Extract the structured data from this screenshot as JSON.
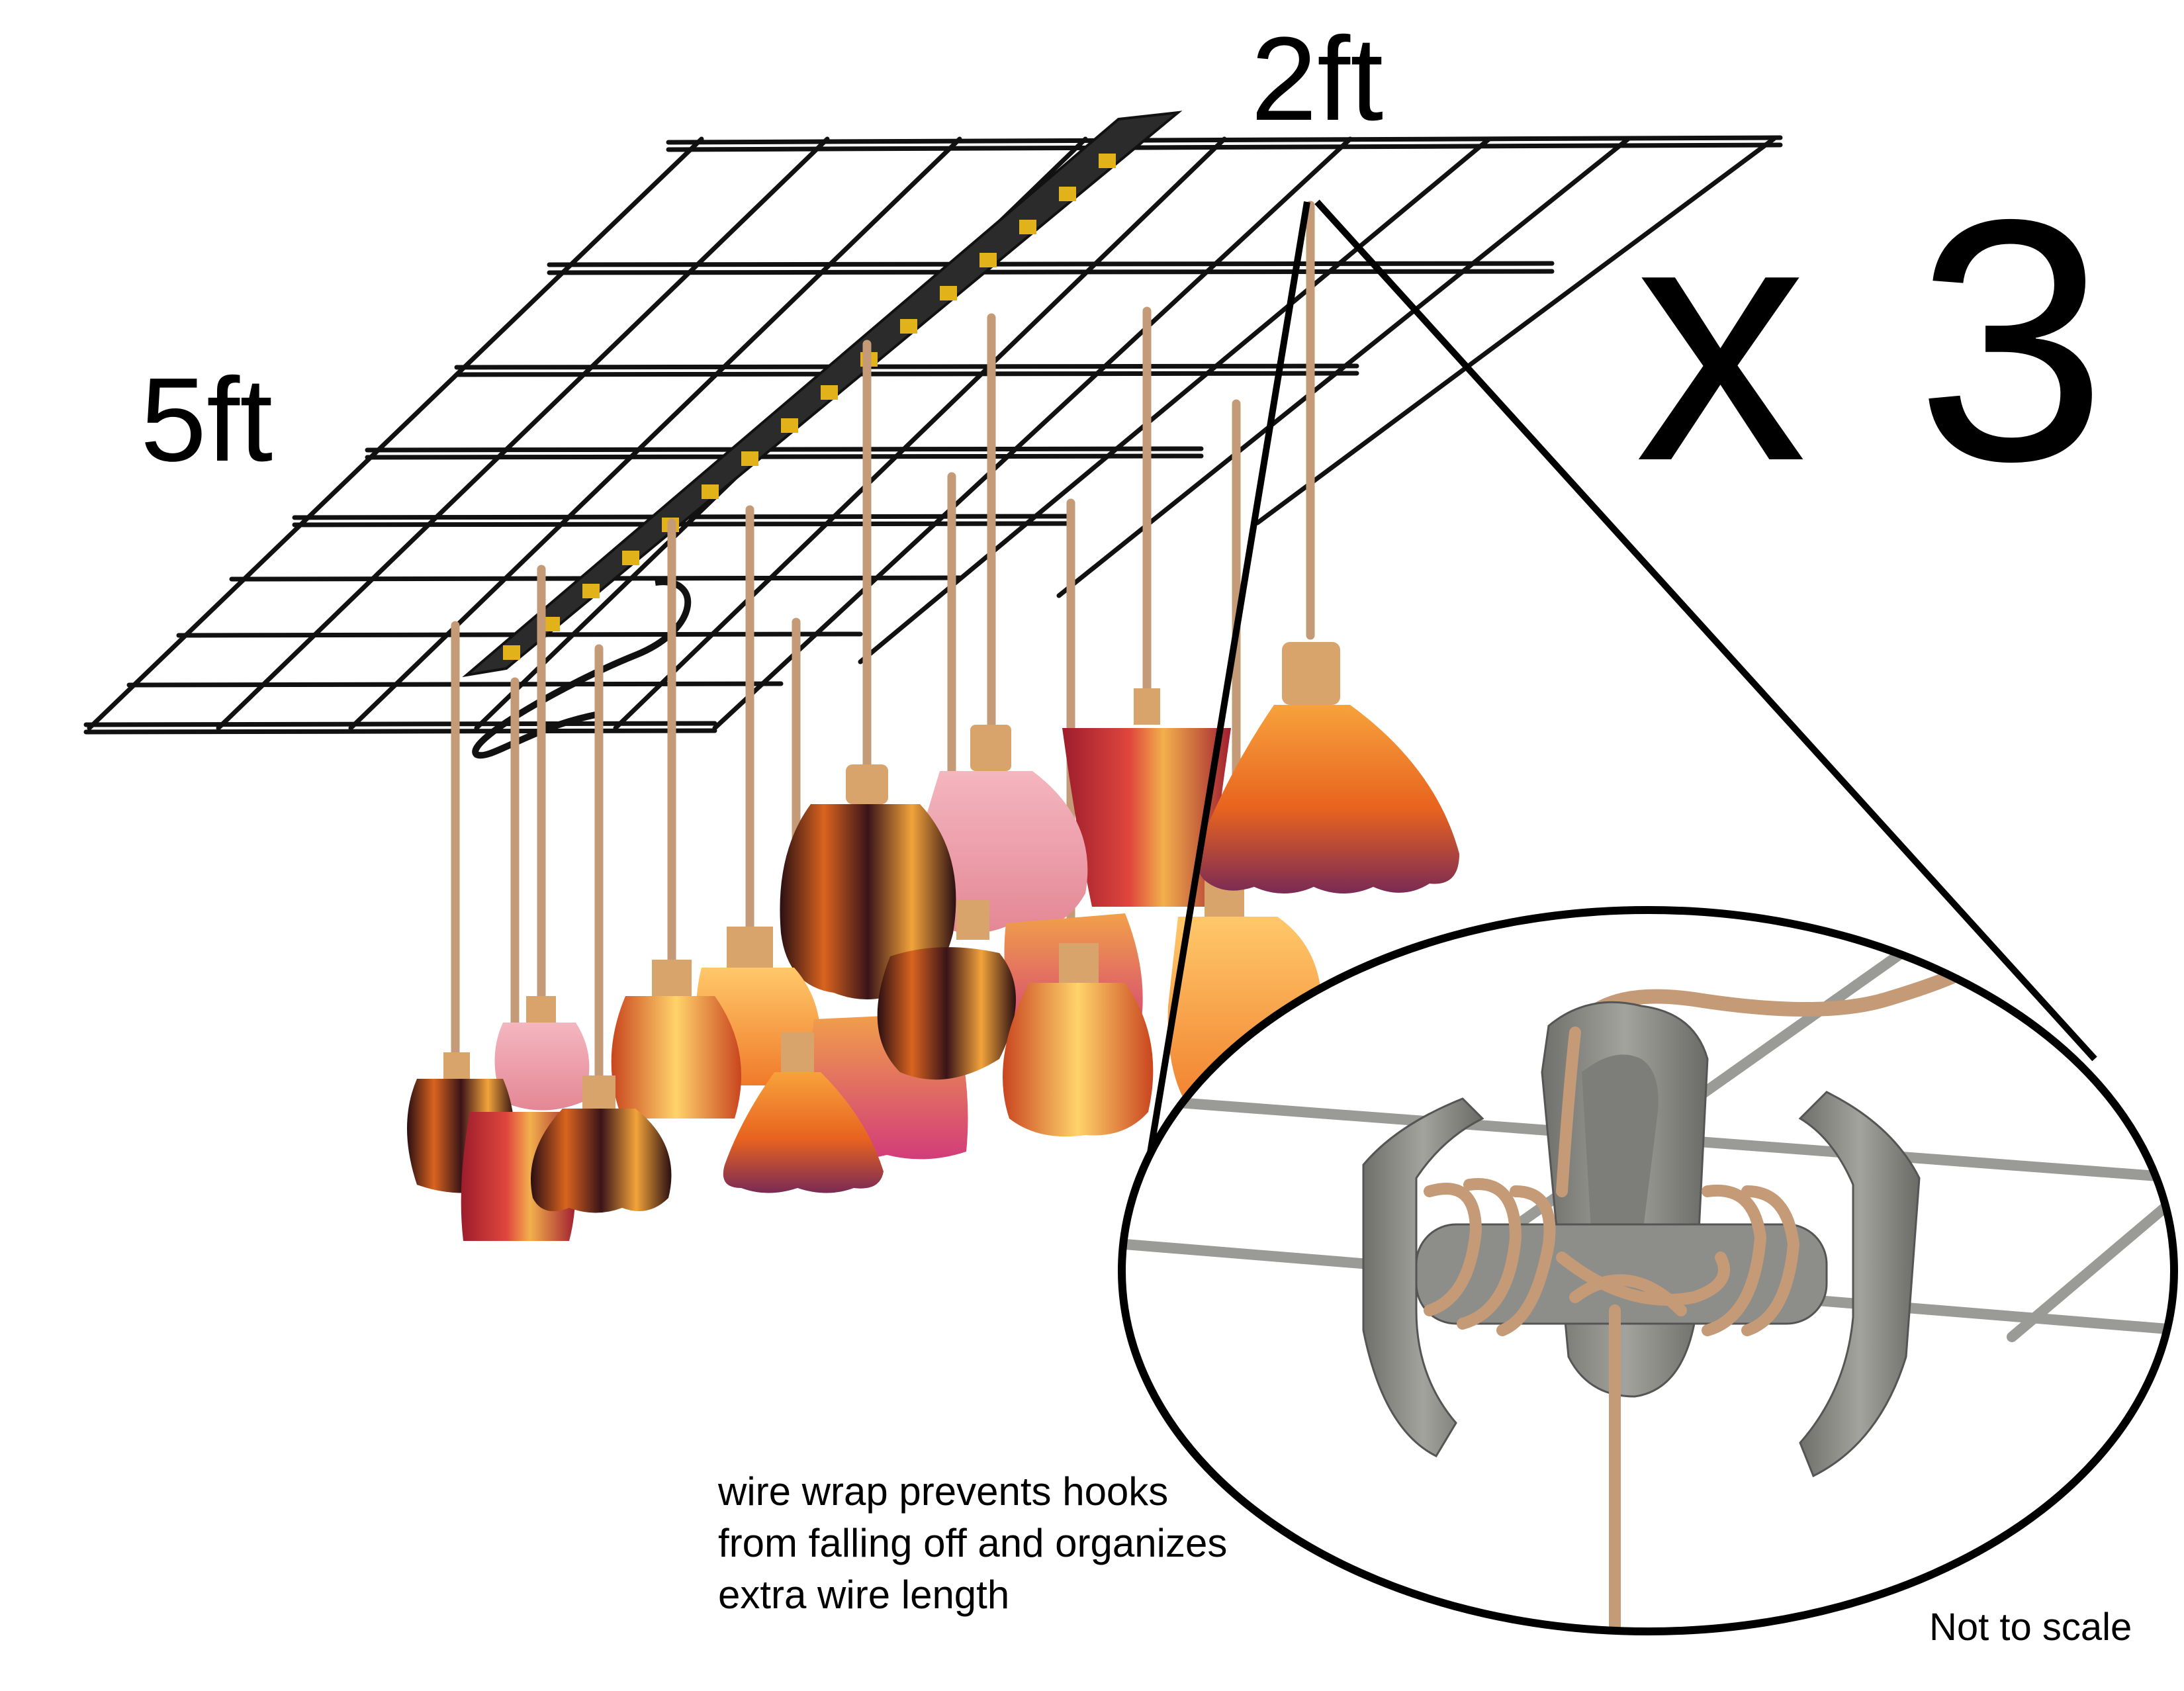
{
  "dimensions": {
    "width_label": "5ft",
    "depth_label": "2ft"
  },
  "quantity_label": "x 3",
  "note_lines": [
    "wire wrap prevents hooks",
    "from falling off and organizes",
    "extra wire length"
  ],
  "scale_note": "Not to scale",
  "colors": {
    "grid": "#111111",
    "cord": "#c49a77",
    "socket": "#d9a46b",
    "hook": "#8a8a86",
    "power_strip": "#2b2b2b",
    "outlet": "#e2b21a",
    "shade_pink": "#f0a7b3",
    "shade_orange": "#f49a3a",
    "shade_red": "#c42437",
    "shade_dark": "#3a1418"
  },
  "icons": [
    "wire-grid-icon",
    "power-strip-icon",
    "pendant-lamp-icon",
    "hook-clip-icon",
    "zoom-callout-icon"
  ]
}
